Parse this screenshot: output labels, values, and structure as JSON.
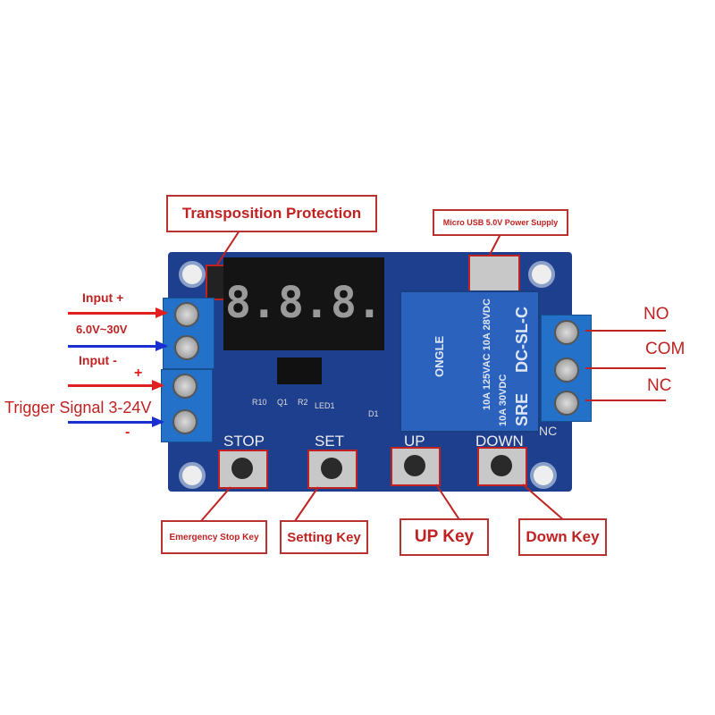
{
  "callouts": {
    "transposition": "Transposition Protection",
    "usb": "Micro USB 5.0V Power Supply",
    "stop_key": "Emergency Stop Key",
    "set_key": "Setting Key",
    "up_key": "UP Key",
    "down_key": "Down Key"
  },
  "left_labels": {
    "input_plus": "Input +",
    "voltage": "6.0V~30V",
    "input_minus": "Input -",
    "trigger_plus": "+",
    "trigger": "Trigger Signal 3-24V",
    "trigger_minus": "-"
  },
  "right_labels": {
    "no": "NO",
    "com": "COM",
    "nc": "NC"
  },
  "board": {
    "display": [
      "8.",
      "8.",
      "8."
    ],
    "buttons": [
      "STOP",
      "SET",
      "UP",
      "DOWN"
    ],
    "relay_text": [
      "ONGLE",
      "10A 125VAC 10A 28VDC",
      "DC-SL-C",
      "10A 30VDC",
      "SRE"
    ],
    "silkscreen": [
      "R10",
      "Q1",
      "R2",
      "LED1",
      "D1",
      "NC"
    ]
  },
  "colors": {
    "callout": "#c02222",
    "arrow_red": "#e02020",
    "arrow_blue": "#1a2fd0",
    "pcb": "#1e3f8e"
  }
}
